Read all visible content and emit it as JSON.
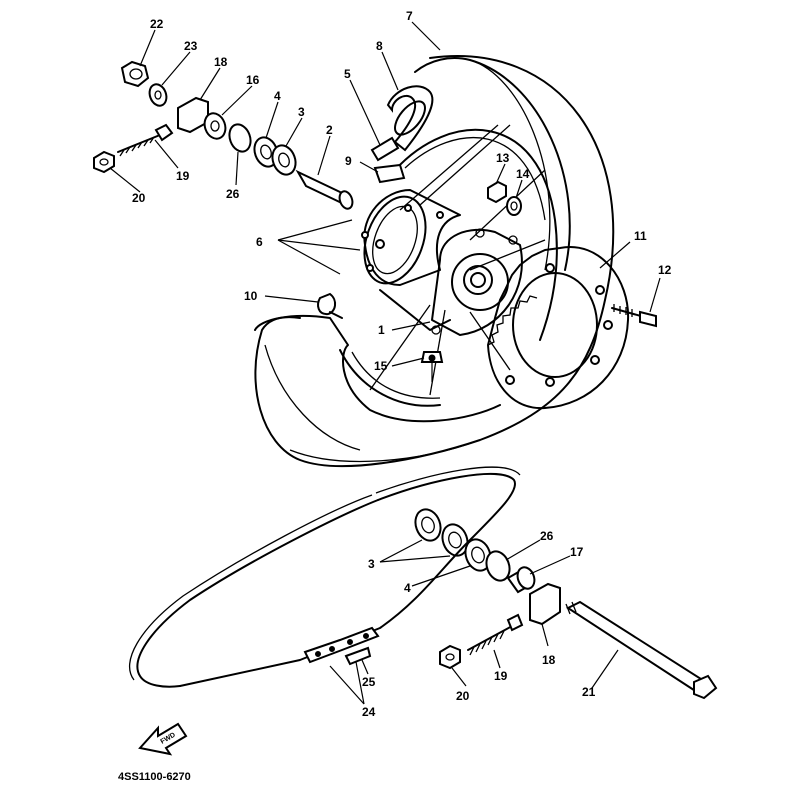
{
  "callouts": [
    "22",
    "23",
    "18",
    "16",
    "4",
    "3",
    "2",
    "7",
    "8",
    "5",
    "19",
    "20",
    "26",
    "9",
    "13",
    "14",
    "6",
    "11",
    "12",
    "10",
    "1",
    "15",
    "3",
    "26",
    "17",
    "4",
    "18",
    "19",
    "20",
    "21",
    "25",
    "24"
  ],
  "drawing_code": "4SS1100-6270",
  "fwd_label": "FWD",
  "colors": {
    "ink": "#000000",
    "paper": "#ffffff"
  }
}
